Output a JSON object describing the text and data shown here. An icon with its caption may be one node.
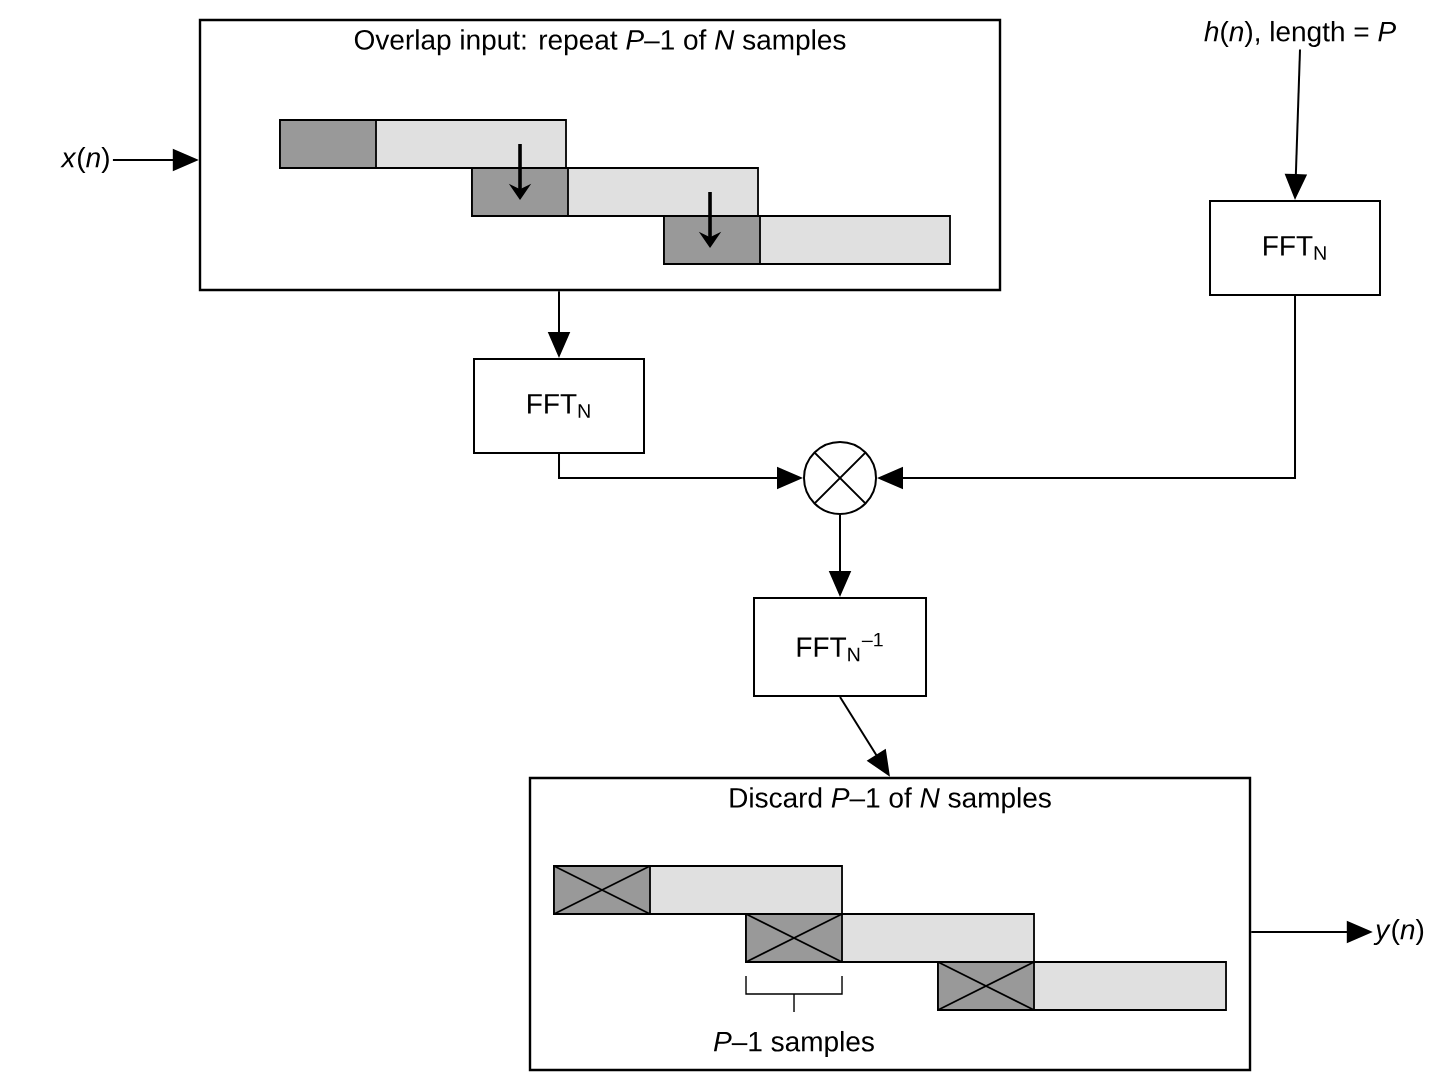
{
  "diagram": {
    "nodes": [
      {
        "text": [
          "*x*(*n*)"
        ]
      },
      {
        "text": [
          "Overlap input: repeat *P*–1 of *N* samples"
        ]
      },
      {
        "text": [
          "FFT$_{N}$"
        ]
      },
      {
        "text": [
          "*h*(*n*), length = *P*"
        ]
      },
      {
        "text": [
          "FFT$_{N}$"
        ]
      },
      {
        "text": [],
        "shape": "circle"
      },
      {
        "text": [
          "FFT$_{N}$$^{–1}$"
        ]
      },
      {
        "text": [
          "Discard *P*–1 of *N* samples"
        ]
      },
      {
        "text": [
          "*y*(*n*)"
        ]
      }
    ],
    "edges": [
      {
        "from": 0,
        "to": 1,
        "arrow": "to"
      },
      {
        "from": 1,
        "to": 2,
        "arrow": "to"
      },
      {
        "from": 3,
        "to": 4,
        "arrow": "to"
      },
      {
        "from": 2,
        "to": 5,
        "arrow": "to"
      },
      {
        "from": 4,
        "to": 5,
        "arrow": "to"
      },
      {
        "from": 5,
        "to": 6,
        "arrow": "to"
      },
      {
        "from": 6,
        "to": 7,
        "arrow": "to"
      },
      {
        "from": 7,
        "to": 8,
        "arrow": "to"
      }
    ],
    "labels": [
      "*P*–1 samples"
    ]
  }
}
